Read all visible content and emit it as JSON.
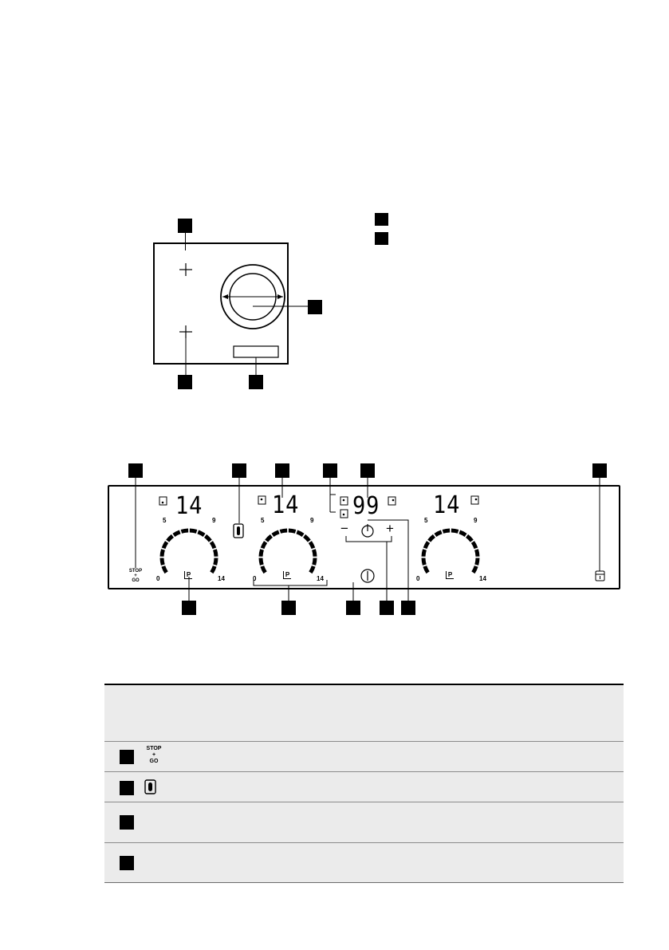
{
  "control_panel": {
    "left_zone_display": "14",
    "middle_zone_display": "14",
    "timer_display": "99",
    "right_zone_display": "14",
    "scale_mid_low": "5",
    "scale_mid_high": "9",
    "scale_min": "0",
    "scale_max": "14",
    "stop_label": "STOP",
    "plus_label": "+",
    "go_label": "GO",
    "minus_symbol": "−",
    "plus_symbol": "+",
    "power_boost_symbol": "P"
  },
  "table": {
    "rows": [
      {
        "icon": "stop-go-icon",
        "stop": "STOP",
        "plus": "+",
        "go": "GO"
      },
      {
        "icon": "bridge-icon"
      },
      {
        "icon": "none"
      },
      {
        "icon": "none"
      }
    ]
  }
}
